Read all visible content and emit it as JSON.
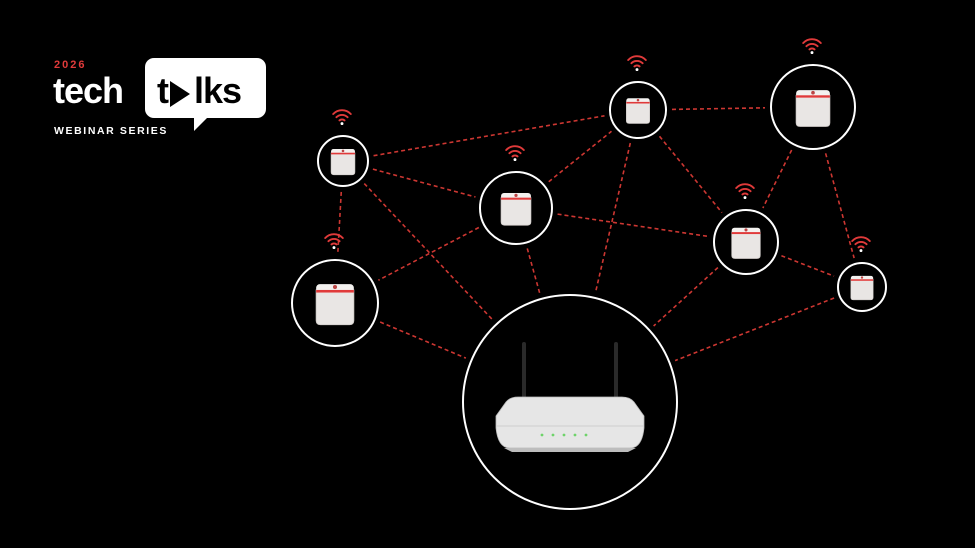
{
  "logo": {
    "year": "2026",
    "word_tech": "tech",
    "word_talks_start": "t",
    "word_talks_end": "lks",
    "series": "WEBINAR SERIES"
  },
  "colors": {
    "background": "#000000",
    "link": "#d93a35",
    "accent": "#e03a3a",
    "node_ring": "#ffffff",
    "device_body": "#e9e6e4"
  },
  "icons": {
    "wifi": "wifi-signal-icon",
    "node": "mesh-node-icon",
    "router": "wireless-router-icon"
  },
  "router": {
    "status_leds": 5,
    "antennas": 2
  },
  "nodes": [
    {
      "id": "n1"
    },
    {
      "id": "n2"
    },
    {
      "id": "n3"
    },
    {
      "id": "n4"
    },
    {
      "id": "n5"
    },
    {
      "id": "n6"
    },
    {
      "id": "n7"
    }
  ]
}
